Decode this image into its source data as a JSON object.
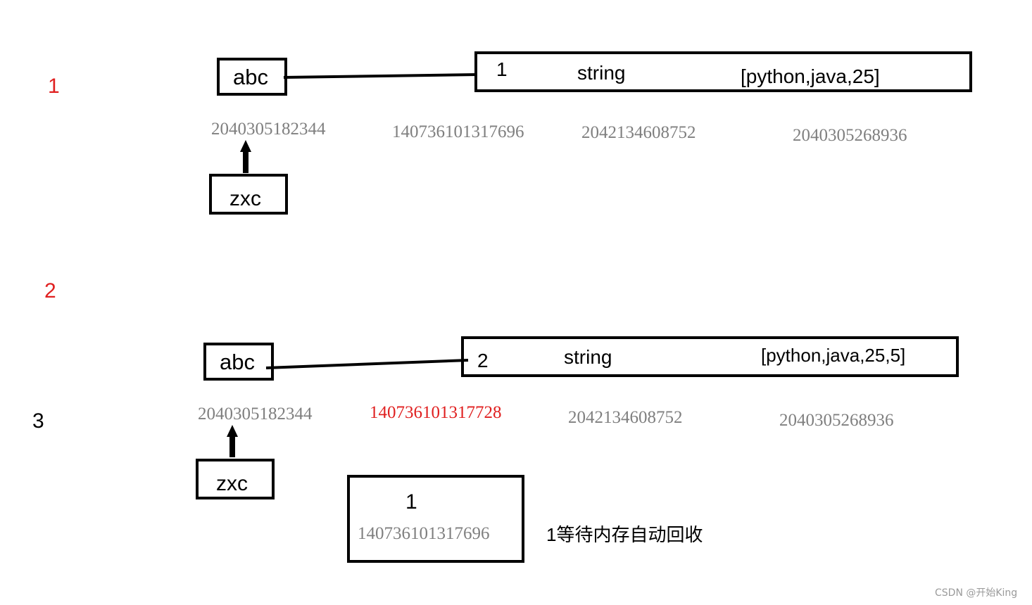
{
  "steps": {
    "s1": "1",
    "s2": "2",
    "s3": "3"
  },
  "colors": {
    "step_red": "#e02020",
    "address_gray": "#7f7f7f",
    "stroke": "#000000"
  },
  "diagram1": {
    "var_label": "abc",
    "alias_label": "zxc",
    "list_box": {
      "refcount": "1",
      "type": "string",
      "value": "[python,java,25]"
    },
    "addresses": {
      "var": "2040305182344",
      "refcount": "140736101317696",
      "type": "2042134608752",
      "value": "2040305268936"
    }
  },
  "diagram2": {
    "var_label": "abc",
    "alias_label": "zxc",
    "list_box": {
      "refcount": "2",
      "type": "string",
      "value": "[python,java,25,5]"
    },
    "addresses": {
      "var": "2040305182344",
      "refcount": "140736101317728",
      "type": "2042134608752",
      "value": "2040305268936"
    },
    "orphan_box": {
      "value": "1",
      "address": "140736101317696"
    },
    "note": "1等待内存自动回收"
  },
  "watermark": "CSDN @开始King"
}
